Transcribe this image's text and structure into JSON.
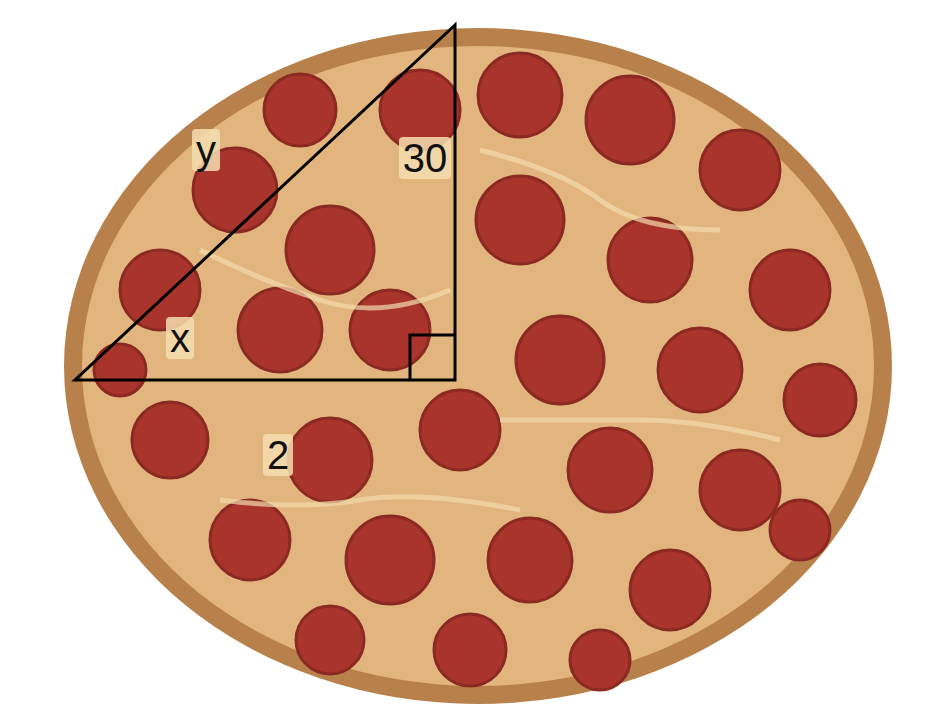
{
  "diagram": {
    "labels": [
      "y",
      "30",
      "x",
      "2"
    ]
  }
}
